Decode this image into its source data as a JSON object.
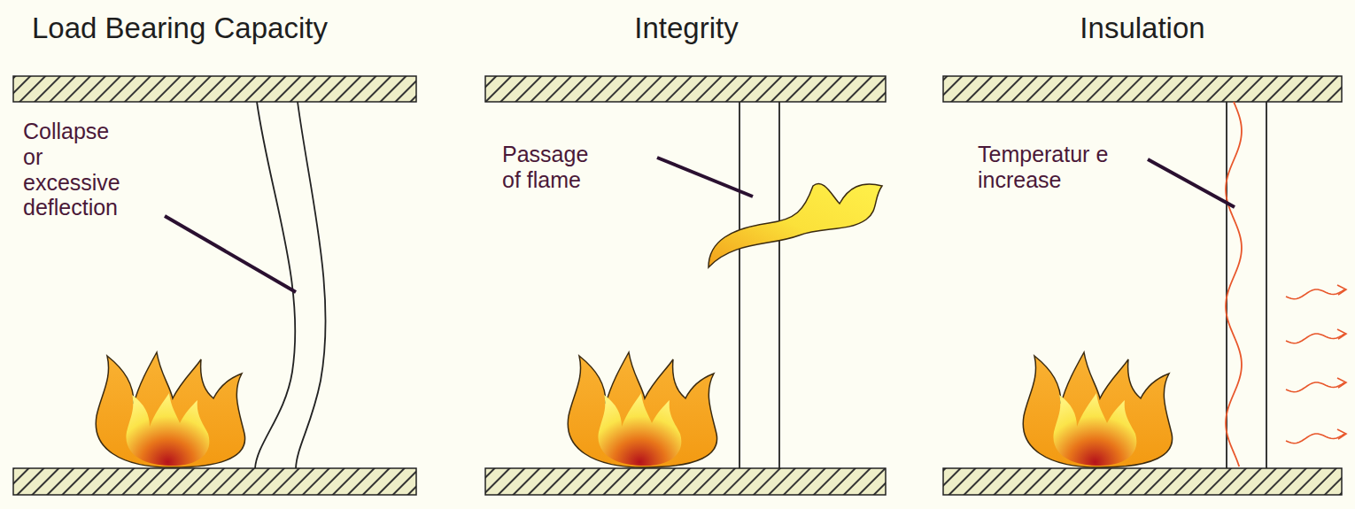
{
  "diagram": {
    "labels": [
      "Load Bearing Capacity",
      "Collapse or excessive deflection",
      "Integrity",
      "Passage of flame",
      "Insulation",
      "Temperatur e increase"
    ]
  }
}
